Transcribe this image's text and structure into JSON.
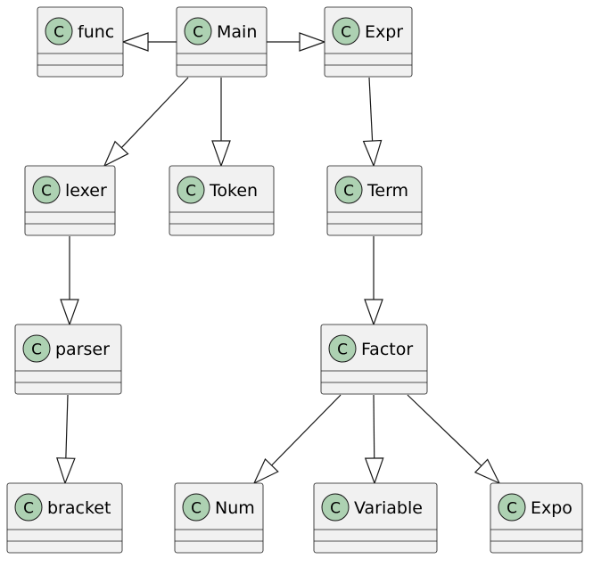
{
  "diagram": {
    "type": "uml-class-diagram",
    "relationship": "inheritance",
    "classes": [
      {
        "id": "func",
        "name": "func",
        "stereotype": "C"
      },
      {
        "id": "main",
        "name": "Main",
        "stereotype": "C"
      },
      {
        "id": "expr",
        "name": "Expr",
        "stereotype": "C"
      },
      {
        "id": "lexer",
        "name": "lexer",
        "stereotype": "C"
      },
      {
        "id": "token",
        "name": "Token",
        "stereotype": "C"
      },
      {
        "id": "term",
        "name": "Term",
        "stereotype": "C"
      },
      {
        "id": "parser",
        "name": "parser",
        "stereotype": "C"
      },
      {
        "id": "factor",
        "name": "Factor",
        "stereotype": "C"
      },
      {
        "id": "bracket",
        "name": "bracket",
        "stereotype": "C"
      },
      {
        "id": "num",
        "name": "Num",
        "stereotype": "C"
      },
      {
        "id": "variable",
        "name": "Variable",
        "stereotype": "C"
      },
      {
        "id": "expo",
        "name": "Expo",
        "stereotype": "C"
      }
    ],
    "edges": [
      {
        "from": "main",
        "to": "func"
      },
      {
        "from": "main",
        "to": "expr"
      },
      {
        "from": "main",
        "to": "lexer"
      },
      {
        "from": "main",
        "to": "token"
      },
      {
        "from": "expr",
        "to": "term"
      },
      {
        "from": "lexer",
        "to": "parser"
      },
      {
        "from": "term",
        "to": "factor"
      },
      {
        "from": "parser",
        "to": "bracket"
      },
      {
        "from": "factor",
        "to": "num"
      },
      {
        "from": "factor",
        "to": "variable"
      },
      {
        "from": "factor",
        "to": "expo"
      }
    ],
    "colors": {
      "class_fill": "#f1f1f1",
      "border": "#181818",
      "stereotype_circle": "#add1b2",
      "background": "#ffffff"
    }
  }
}
